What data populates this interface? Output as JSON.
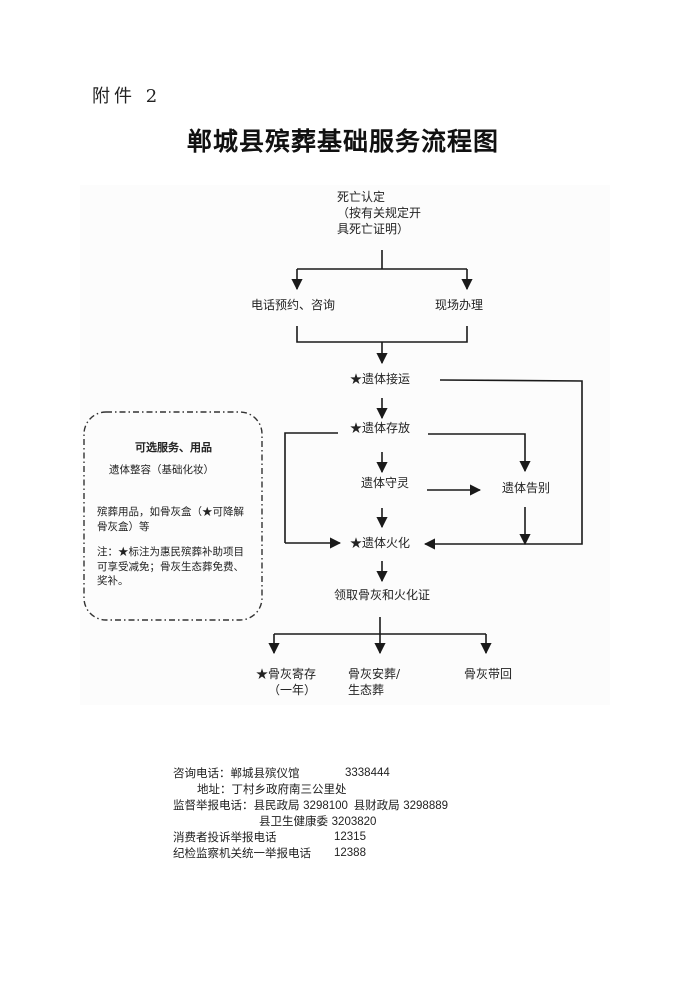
{
  "header": {
    "annex_label": "附件 2",
    "title": "郸城县殡葬基础服务流程图"
  },
  "flow": {
    "death_confirm": {
      "line1": "死亡认定",
      "line2": "（按有关规定开",
      "line3": "具死亡证明）"
    },
    "phone_booking": "电话预约、咨询",
    "onsite": "现场办理",
    "transport": "★遗体接运",
    "storage": "★遗体存放",
    "vigil": "遗体守灵",
    "farewell": "遗体告别",
    "cremation": "★遗体火化",
    "collect": "领取骨灰和火化证",
    "outcomes": {
      "deposit_line1": "★骨灰寄存",
      "deposit_line2": "（一年）",
      "burial_line1": "骨灰安葬/",
      "burial_line2": "生态葬",
      "take_home": "骨灰带回"
    }
  },
  "optional_box": {
    "title": "可选服务、用品",
    "item1": "遗体整容（基础化妆）",
    "item2_line1": "殡葬用品，如骨灰盒（★可降解",
    "item2_line2": "骨灰盒）等",
    "note_line1": "注：★标注为惠民殡葬补助项目",
    "note_line2": "可享受减免；骨灰生态葬免费、",
    "note_line3": "奖补。"
  },
  "footer": {
    "consult_label": "咨询电话：郸城县殡仪馆",
    "consult_number": "3338444",
    "address": "地址：丁村乡政府南三公里处",
    "supervise_label": "监督举报电话：县民政局",
    "civil_affairs_number": "3298100",
    "finance_label": "县财政局",
    "finance_number": "3298889",
    "health_label": "县卫生健康委",
    "health_number": "3203820",
    "consumer_label": "消费者投诉举报电话",
    "consumer_number": "12315",
    "discipline_label": "纪检监察机关统一举报电话",
    "discipline_number": "12388"
  }
}
